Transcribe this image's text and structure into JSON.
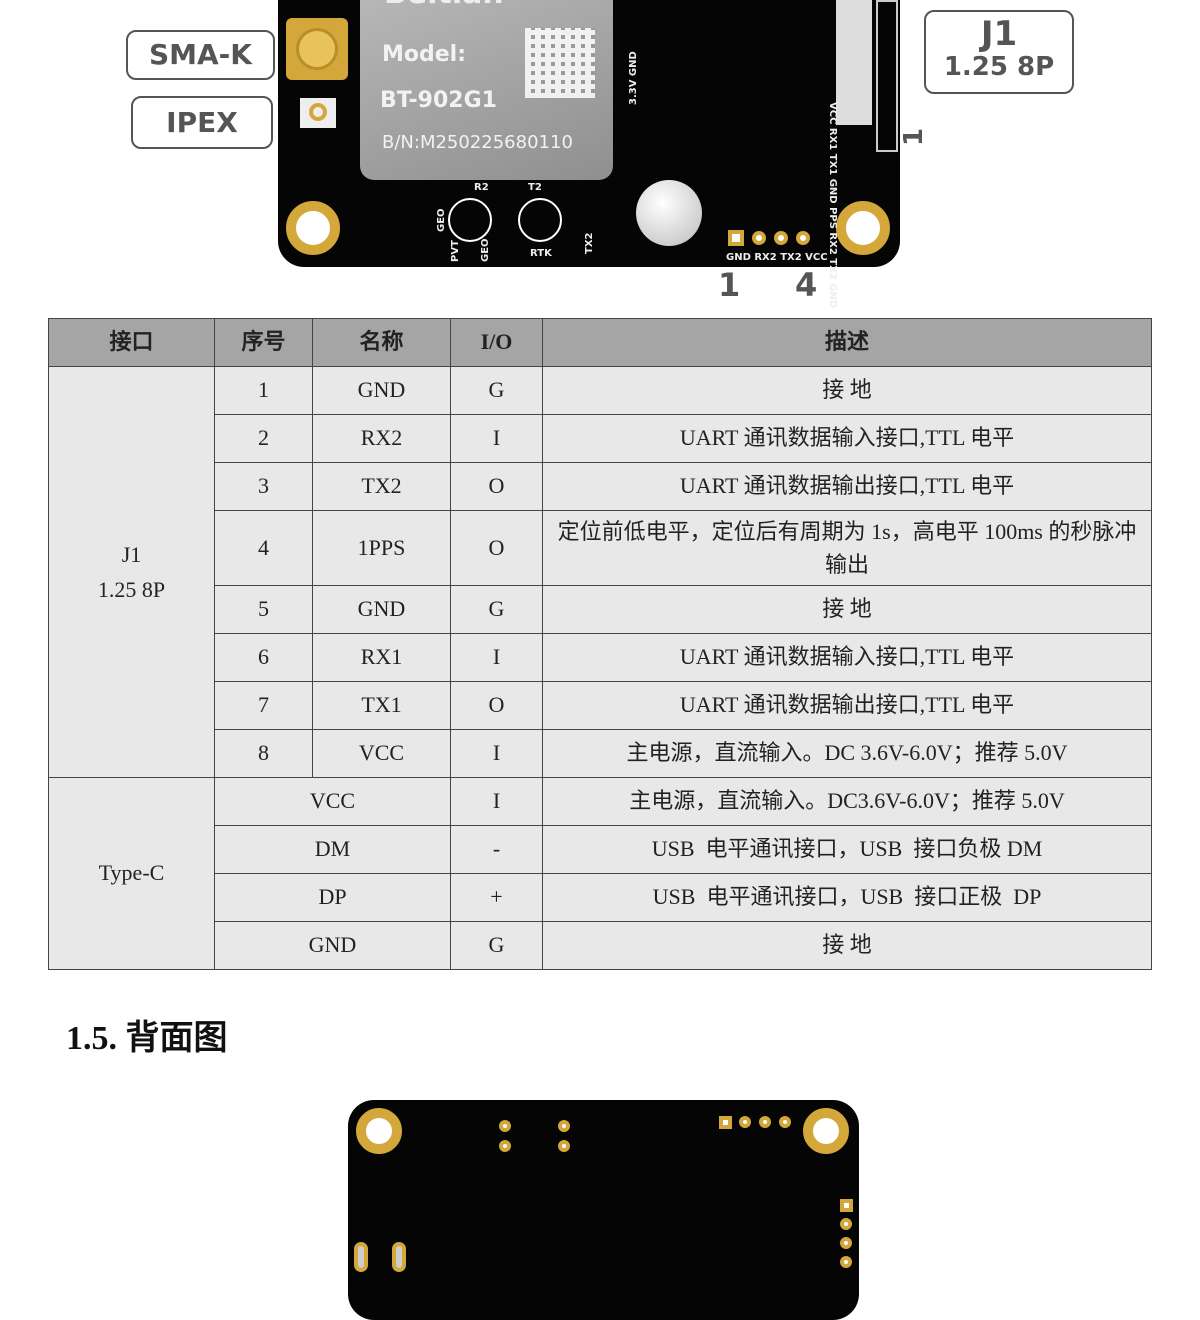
{
  "front_board": {
    "labels": {
      "sma": "SMA-K",
      "ipex": "IPEX",
      "j1_title": "J1",
      "j1_sub": "1.25 8P"
    },
    "module": {
      "brand": "Beitian",
      "model_label": "Model:",
      "model": "BT-902G1",
      "bn": "B/N:M250225680110"
    },
    "silk": {
      "pwr": "3.3V GND",
      "j1_pins": "VCC RX1 TX1 GND PPS RX2 TX2 GND",
      "header_pins": "GND RX2 TX2 VCC",
      "r2": "R2",
      "t2": "T2",
      "geo": "GEO",
      "pvt": "PVT",
      "geo2": "GEO",
      "rtk": "RTK",
      "tx2": "TX2"
    },
    "pin_numbers": {
      "first": "1",
      "last": "4",
      "j1_first": "1"
    }
  },
  "table": {
    "headers": [
      "接口",
      "序号",
      "名称",
      "I/O",
      "描述"
    ],
    "j1_group": "J1\n1.25 8P",
    "j1_rows": [
      {
        "no": "1",
        "name": "GND",
        "io": "G",
        "desc": "接 地"
      },
      {
        "no": "2",
        "name": "RX2",
        "io": "I",
        "desc": "UART 通讯数据输入接口,TTL 电平"
      },
      {
        "no": "3",
        "name": "TX2",
        "io": "O",
        "desc": "UART 通讯数据输出接口,TTL 电平"
      },
      {
        "no": "4",
        "name": "1PPS",
        "io": "O",
        "desc": "定位前低电平，定位后有周期为 1s，高电平 100ms 的秒脉冲输出"
      },
      {
        "no": "5",
        "name": "GND",
        "io": "G",
        "desc": "接 地"
      },
      {
        "no": "6",
        "name": "RX1",
        "io": "I",
        "desc": "UART 通讯数据输入接口,TTL 电平"
      },
      {
        "no": "7",
        "name": "TX1",
        "io": "O",
        "desc": "UART 通讯数据输出接口,TTL 电平"
      },
      {
        "no": "8",
        "name": "VCC",
        "io": "I",
        "desc": "主电源，直流输入。DC 3.6V-6.0V；推荐 5.0V"
      }
    ],
    "typec_group": "Type-C",
    "typec_rows": [
      {
        "name": "VCC",
        "io": "I",
        "desc": "主电源，直流输入。DC3.6V-6.0V；推荐 5.0V"
      },
      {
        "name": "DM",
        "io": "-",
        "desc": "USB  电平通讯接口，USB  接口负极 DM"
      },
      {
        "name": "DP",
        "io": "+",
        "desc": "USB  电平通讯接口，USB  接口正极  DP"
      },
      {
        "name": "GND",
        "io": "G",
        "desc": "接 地"
      }
    ]
  },
  "section_heading": "1.5. 背面图"
}
